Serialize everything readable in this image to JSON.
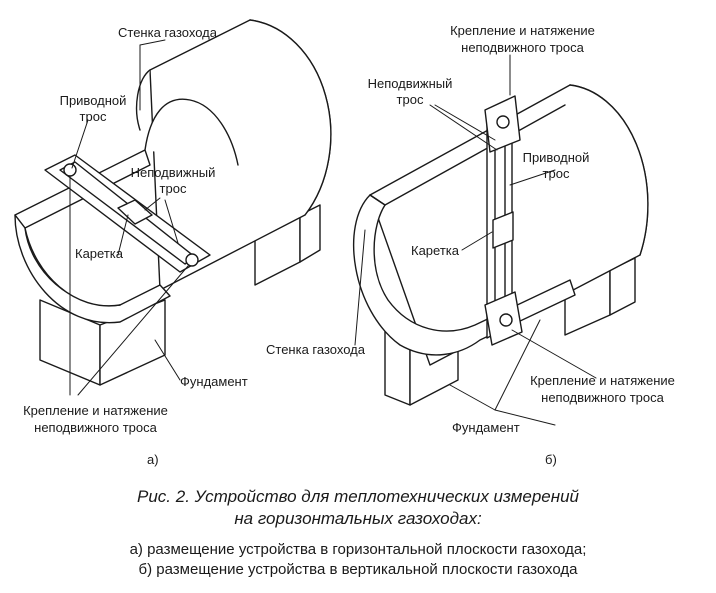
{
  "left_panel": {
    "tag": "а)",
    "labels": {
      "wall": "Стенка газохода",
      "drive_rope_1": "Приводной",
      "drive_rope_2": "трос",
      "fixed_rope_1": "Неподвижный",
      "fixed_rope_2": "трос",
      "carriage": "Каретка",
      "foundation": "Фундамент",
      "mount_1": "Крепление и натяжение",
      "mount_2": "неподвижного троса"
    }
  },
  "right_panel": {
    "tag": "б)",
    "labels": {
      "mount_top_1": "Крепление и натяжение",
      "mount_top_2": "неподвижного троса",
      "fixed_rope_1": "Неподвижный",
      "fixed_rope_2": "трос",
      "drive_rope_1": "Приводной",
      "drive_rope_2": "трос",
      "carriage": "Каретка",
      "wall": "Стенка газохода",
      "mount_bottom_1": "Крепление и натяжение",
      "mount_bottom_2": "неподвижного троса",
      "foundation": "Фундамент"
    }
  },
  "caption": {
    "title_1": "Рис. 2. Устройство для теплотехнических измерений",
    "title_2": "на горизонтальных газоходах:",
    "line_a": "а) размещение устройства в горизонтальной плоскости газохода;",
    "line_b": "б) размещение устройства в вертикальной плоскости газохода"
  }
}
